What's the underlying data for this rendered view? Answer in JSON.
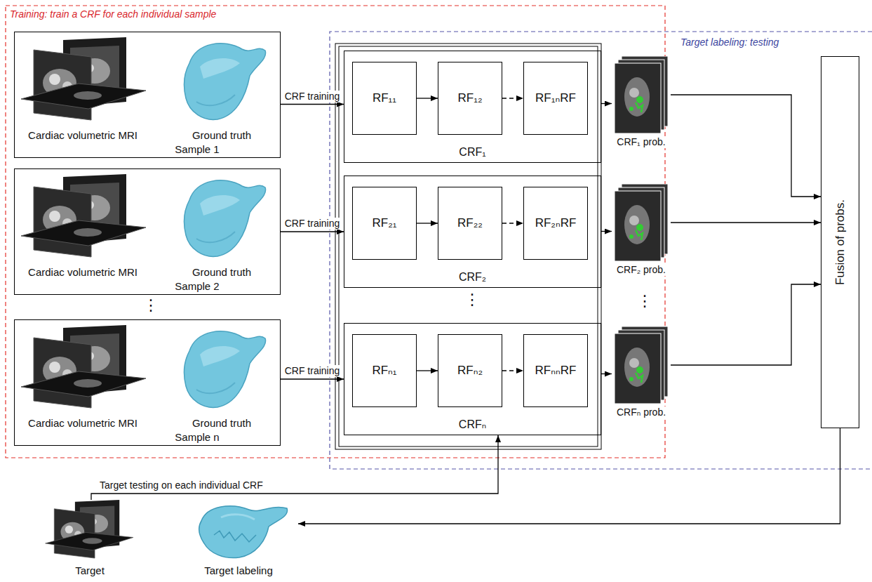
{
  "diagram": {
    "nodes": [
      {
        "text": [
          "Cardiac volumetric MRI",
          "Ground truth",
          "Sample 1"
        ]
      },
      {
        "text": [
          "Cardiac volumetric MRI",
          "Ground truth",
          "Sample 2"
        ]
      },
      {
        "text": [
          "Cardiac volumetric MRI",
          "Ground truth",
          "Sample n"
        ]
      },
      {
        "text": [
          "CRF₁"
        ]
      },
      {
        "text": [
          "RF₁₁"
        ],
        "in": 3
      },
      {
        "text": [
          "RF₁₂"
        ],
        "in": 3
      },
      {
        "text": [
          "RF₁ₙRF"
        ],
        "in": 3
      },
      {
        "text": [
          "CRF₂"
        ]
      },
      {
        "text": [
          "RF₂₁"
        ],
        "in": 7
      },
      {
        "text": [
          "RF₂₂"
        ],
        "in": 7
      },
      {
        "text": [
          "RF₂ₙRF"
        ],
        "in": 7
      },
      {
        "text": [
          "CRFₙ"
        ]
      },
      {
        "text": [
          "RFₙ₁"
        ],
        "in": 11
      },
      {
        "text": [
          "RFₙ₂"
        ],
        "in": 11
      },
      {
        "text": [
          "RFₙₙRF"
        ],
        "in": 11
      },
      {
        "text": [
          "CRF₁ prob."
        ]
      },
      {
        "text": [
          "CRF₂ prob."
        ]
      },
      {
        "text": [
          "CRFₙ prob."
        ]
      },
      {
        "text": [
          "Fusion of probs."
        ]
      },
      {
        "text": [
          "Target"
        ]
      },
      {
        "text": [
          "Target labeling"
        ]
      }
    ],
    "edges": [
      {
        "from": 0,
        "to": 3,
        "label": "CRF training",
        "arrow": "to"
      },
      {
        "from": 1,
        "to": 7,
        "label": "CRF training",
        "arrow": "to"
      },
      {
        "from": 2,
        "to": 11,
        "label": "CRF training",
        "arrow": "to"
      },
      {
        "from": 4,
        "to": 5,
        "arrow": "to"
      },
      {
        "from": 5,
        "to": 6,
        "arrow": "to"
      },
      {
        "from": 8,
        "to": 9,
        "arrow": "to"
      },
      {
        "from": 9,
        "to": 10,
        "arrow": "to"
      },
      {
        "from": 12,
        "to": 13,
        "arrow": "to"
      },
      {
        "from": 13,
        "to": 14,
        "arrow": "to"
      },
      {
        "from": 3,
        "to": 15,
        "arrow": "to"
      },
      {
        "from": 7,
        "to": 16,
        "arrow": "to"
      },
      {
        "from": 11,
        "to": 17,
        "arrow": "to"
      },
      {
        "from": 15,
        "to": 18,
        "arrow": "to"
      },
      {
        "from": 16,
        "to": 18,
        "arrow": "to"
      },
      {
        "from": 17,
        "to": 18,
        "arrow": "to"
      },
      {
        "from": 18,
        "to": 20,
        "arrow": "to"
      },
      {
        "from": 19,
        "to": 11,
        "label": "Target testing on each individual CRF",
        "arrow": "to"
      }
    ],
    "labels": [
      "Training: train a CRF for each individual sample",
      "Target labeling: testing",
      "⋮",
      "⋮",
      "⋮"
    ]
  }
}
